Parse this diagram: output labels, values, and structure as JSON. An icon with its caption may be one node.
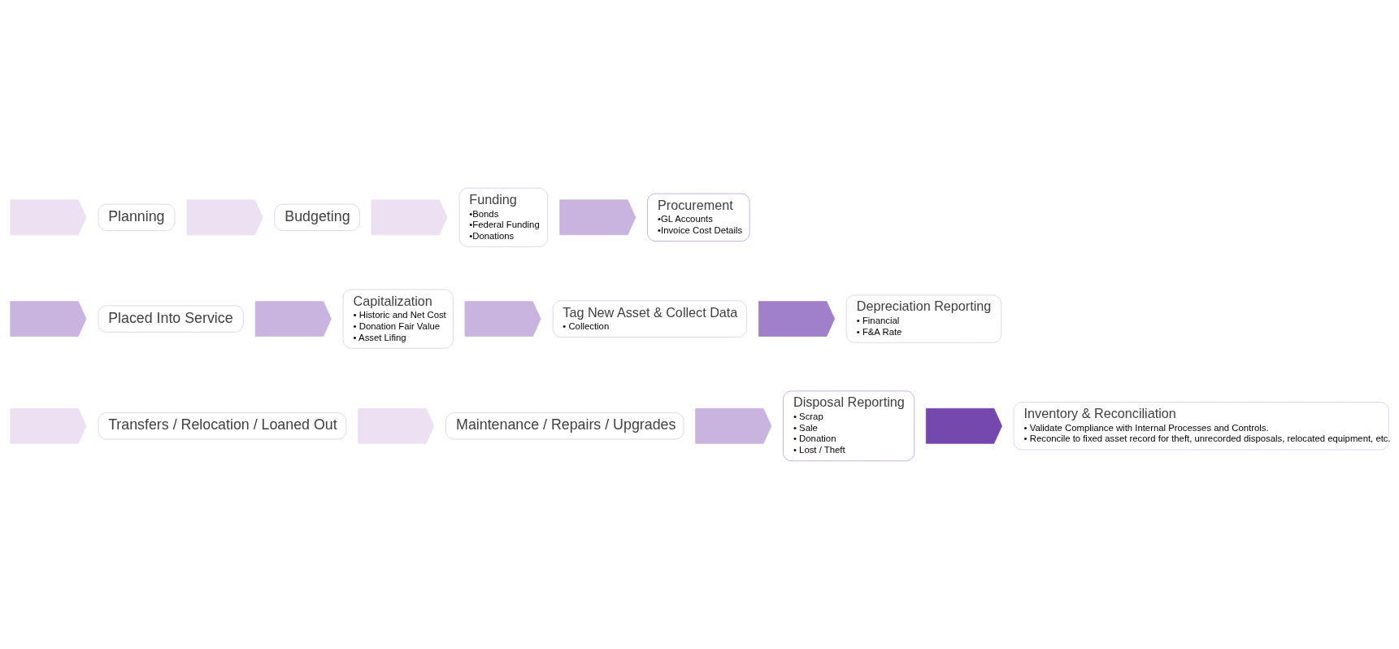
{
  "diagram": {
    "nodes": [
      {
        "text": [],
        "shape": "chevron"
      },
      {
        "text": [
          "Planning"
        ]
      },
      {
        "text": [],
        "shape": "chevron"
      },
      {
        "text": [
          "Budgeting"
        ]
      },
      {
        "text": [],
        "shape": "chevron"
      },
      {
        "text": [
          "Funding",
          "•Bonds",
          "•Federal Funding",
          "•Donations"
        ]
      },
      {
        "text": [],
        "shape": "chevron"
      },
      {
        "text": [
          "Procurement",
          "•GL Accounts",
          "•Invoice Cost Details"
        ]
      },
      {
        "text": [],
        "shape": "chevron"
      },
      {
        "text": [
          "Placed Into Service"
        ]
      },
      {
        "text": [],
        "shape": "chevron"
      },
      {
        "text": [
          "Capitalization",
          "• Historic and Net Cost",
          "• Donation Fair Value",
          "• Asset Lifing"
        ]
      },
      {
        "text": [],
        "shape": "chevron"
      },
      {
        "text": [
          "Tag New Asset & Collect Data",
          "• Collection"
        ]
      },
      {
        "text": [],
        "shape": "chevron"
      },
      {
        "text": [
          "Depreciation Reporting",
          "• Financial",
          "• F&A Rate"
        ]
      },
      {
        "text": [],
        "shape": "chevron"
      },
      {
        "text": [
          "Transfers / Relocation / Loaned Out"
        ]
      },
      {
        "text": [],
        "shape": "chevron"
      },
      {
        "text": [
          "Maintenance / Repairs / Upgrades"
        ]
      },
      {
        "text": [],
        "shape": "chevron"
      },
      {
        "text": [
          "Disposal Reporting",
          "• Scrap",
          "• Sale",
          "• Donation",
          "• Lost / Theft"
        ]
      },
      {
        "text": [],
        "shape": "chevron"
      },
      {
        "text": [
          "Inventory & Reconciliation",
          "• Validate Compliance with Internal Processes and Controls.",
          "• Reconcile to fixed asset record for theft, unrecorded disposals, relocated equipment, etc."
        ]
      }
    ],
    "edges": []
  }
}
